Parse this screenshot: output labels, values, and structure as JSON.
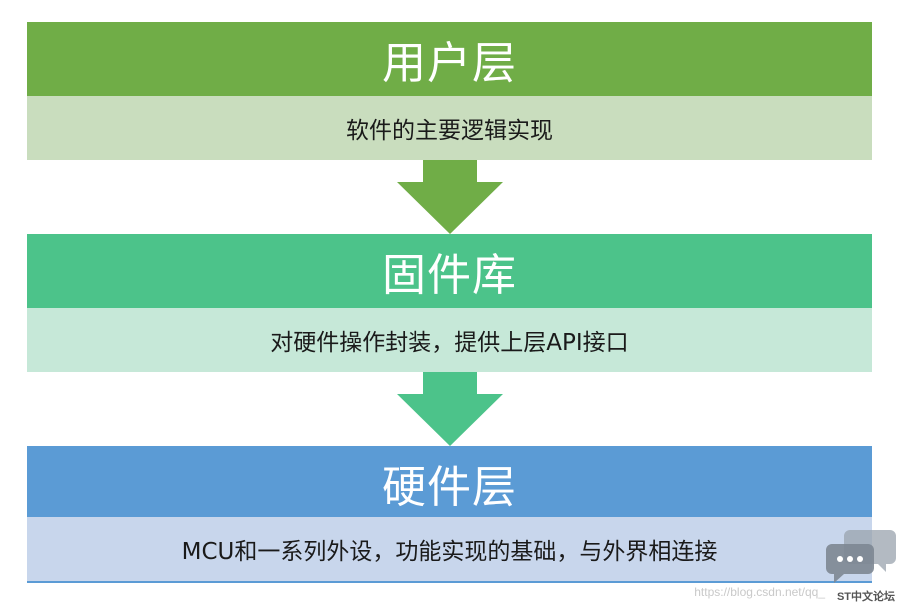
{
  "colors": {
    "user_header": "#70AD47",
    "user_desc": "#C9DDBE",
    "firmware_header": "#4CC38A",
    "firmware_desc": "#C6E8D8",
    "hardware_header": "#5B9BD5",
    "hardware_desc": "#C8D6EC"
  },
  "layers": [
    {
      "title": "用户层",
      "description": "软件的主要逻辑实现"
    },
    {
      "title": "固件库",
      "description": "对硬件操作封装，提供上层API接口"
    },
    {
      "title": "硬件层",
      "description": "MCU和一系列外设，功能实现的基础，与外界相连接"
    }
  ],
  "watermark": {
    "url": "https://blog.csdn.net/qq_",
    "forum": "ST中文论坛"
  }
}
